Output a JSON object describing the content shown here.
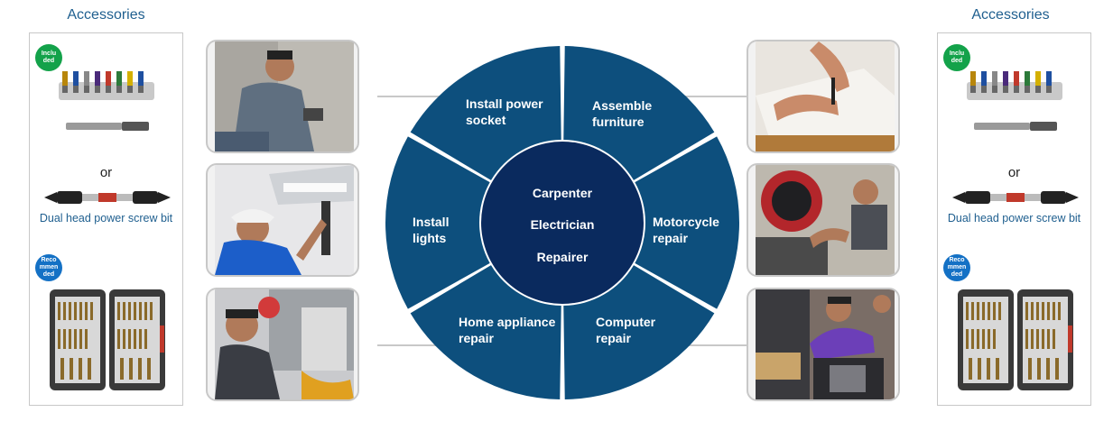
{
  "accessories_left": {
    "title": "Accessories",
    "included_badge": "Inclu ded",
    "or": "or",
    "dual_head_label": "Dual head power screw bit",
    "recommended_badge": "Reco mmen ded"
  },
  "accessories_right": {
    "title": "Accessories",
    "included_badge": "Inclu ded",
    "or": "or",
    "dual_head_label": "Dual head power screw bit",
    "recommended_badge": "Reco mmen ded"
  },
  "wheel": {
    "segments": [
      {
        "label": "Install power socket"
      },
      {
        "label": "Assemble furniture"
      },
      {
        "label": "Motorcycle repair"
      },
      {
        "label": "Computer repair"
      },
      {
        "label": "Home appliance repair"
      },
      {
        "label": "Install lights"
      }
    ],
    "center": [
      "Carpenter",
      "Electrician",
      "Repairer"
    ]
  },
  "colors": {
    "segment_blue": "#0d4f7d",
    "center_navy": "#0a2a5e",
    "accessory_text": "#1f5f8f",
    "badge_green": "#13a24a",
    "badge_blue": "#1471c5",
    "frame_gray": "#c8c8c8"
  },
  "icons": {
    "bit_set": "screwdriver-bit-set-icon",
    "bit_holder": "magnetic-bit-holder-icon",
    "dual_bit": "dual-head-screw-bit-icon",
    "case": "bit-storage-case-icon"
  }
}
